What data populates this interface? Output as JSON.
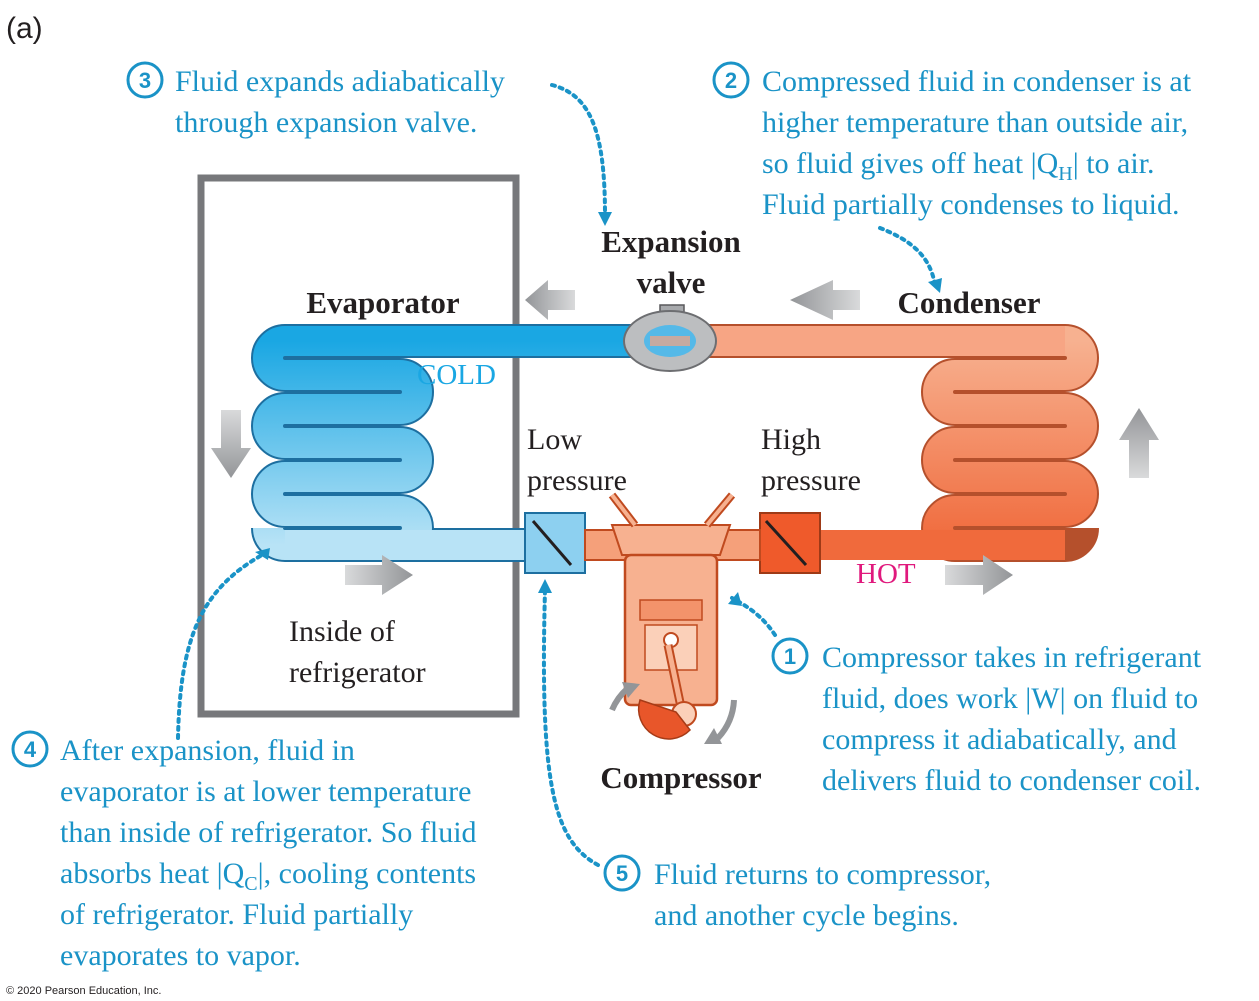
{
  "panel_label": "(a)",
  "labels": {
    "evaporator": "Evaporator",
    "condenser": "Condenser",
    "expansion_valve_line1": "Expansion",
    "expansion_valve_line2": "valve",
    "compressor": "Compressor",
    "cold": "COLD",
    "hot": "HOT",
    "low_pressure_line1": "Low",
    "low_pressure_line2": "pressure",
    "high_pressure_line1": "High",
    "high_pressure_line2": "pressure",
    "inside_line1": "Inside of",
    "inside_line2": "refrigerator"
  },
  "callouts": {
    "c1": {
      "number": "1",
      "lines": [
        "Compressor takes in refrigerant",
        "fluid, does work |W| on fluid to",
        "compress it adiabatically, and",
        "delivers fluid to condenser coil."
      ]
    },
    "c2": {
      "number": "2",
      "lines": [
        "Compressed fluid in condenser is at",
        "higher temperature than outside air,",
        "so fluid gives off heat |Q",
        "H",
        "| to air.",
        "Fluid partially condenses to liquid."
      ]
    },
    "c3": {
      "number": "3",
      "lines": [
        "Fluid expands adiabatically",
        "through expansion valve."
      ]
    },
    "c4": {
      "number": "4",
      "lines": [
        "After expansion, fluid in",
        "evaporator is at lower temperature",
        "than inside of refrigerator. So fluid",
        "absorbs heat |Q",
        "C",
        "|, cooling contents",
        "of refrigerator. Fluid partially",
        "evaporates to vapor."
      ]
    },
    "c5": {
      "number": "5",
      "lines": [
        "Fluid returns to compressor,",
        "and another cycle begins."
      ]
    }
  },
  "copyright": "© 2020 Pearson Education, Inc.",
  "colors": {
    "cold": "#1aa7e3",
    "cold_light": "#b8e3f6",
    "hot": "#f06a3c",
    "hot_light": "#f7b190",
    "callout_blue": "#1a93c7",
    "hot_label": "#e0197d",
    "box_gray": "#77787b",
    "arrow_gray": "#a7a9ac"
  }
}
